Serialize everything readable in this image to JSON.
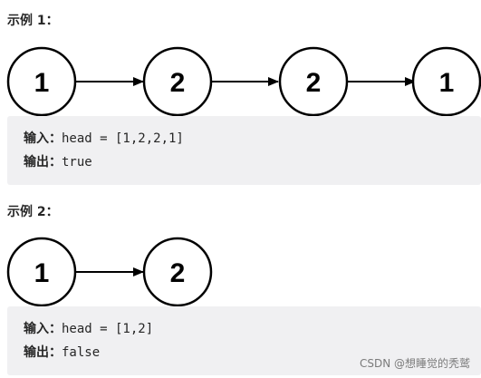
{
  "examples": [
    {
      "title": "示例 1：",
      "nodes": [
        "1",
        "2",
        "2",
        "1"
      ],
      "input_label": "输入：",
      "input_value": "head = [1,2,2,1]",
      "output_label": "输出：",
      "output_value": "true"
    },
    {
      "title": "示例 2：",
      "nodes": [
        "1",
        "2"
      ],
      "input_label": "输入：",
      "input_value": "head = [1,2]",
      "output_label": "输出：",
      "output_value": "false"
    }
  ],
  "watermark": "CSDN @想睡觉的秃鹫",
  "colors": {
    "node_stroke": "#000000",
    "node_fill": "#ffffff",
    "code_background": "#f0f0f2",
    "text": "#262626",
    "watermark": "#7a7a7a"
  }
}
